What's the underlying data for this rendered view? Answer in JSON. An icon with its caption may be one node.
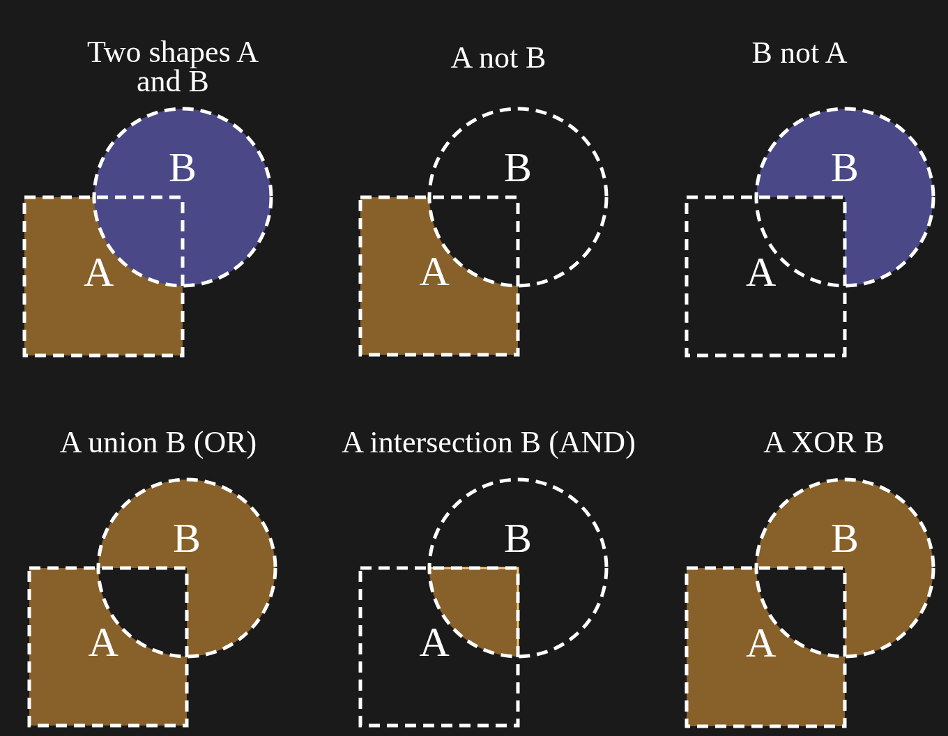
{
  "diagram": {
    "nodes": [
      {
        "text": [
          "A"
        ]
      },
      {
        "text": [
          "B"
        ]
      },
      {
        "text": [
          "A"
        ]
      },
      {
        "text": [
          "B"
        ]
      },
      {
        "text": [
          "A"
        ]
      },
      {
        "text": [
          "B"
        ]
      },
      {
        "text": [
          "A"
        ]
      },
      {
        "text": [
          "B"
        ]
      },
      {
        "text": [
          "A"
        ]
      },
      {
        "text": [
          "B"
        ]
      },
      {
        "text": [
          "A"
        ]
      },
      {
        "text": [
          "B"
        ]
      }
    ],
    "labels": [
      "Two shapes A and B",
      "A not B",
      "B not A",
      "A union B (OR)",
      "A intersection B (AND)",
      "A XOR B"
    ]
  }
}
